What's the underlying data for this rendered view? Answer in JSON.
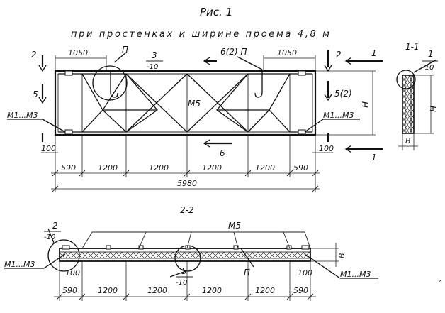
{
  "figure": {
    "title": "Рис. 1",
    "subtitle": "при простенках и ширине проема 4,8 м"
  },
  "elevation": {
    "top_dims": [
      "1050",
      "1050"
    ],
    "labels": {
      "mesh": "М5",
      "loop_left": "П",
      "loop_right": "6(2) П",
      "callout_3": "3",
      "callout_3_sub": "-10",
      "sec_2_left": "2",
      "sec_2_right": "2",
      "sec_1_top": "1",
      "sec_1_bottom": "1",
      "sec_5_left": "5",
      "sec_5_right": "5(2)",
      "sec_6_bottom": "6",
      "plates_left": "М1...М3",
      "plates_right": "М1...М3",
      "height": "Н",
      "edge_left": "100",
      "edge_right": "100"
    },
    "bottom_dims": [
      "590",
      "1200",
      "1200",
      "1200",
      "1200",
      "590"
    ],
    "total": "5980"
  },
  "section_1_1": {
    "title": "1-1",
    "callout": "1",
    "callout_sub": "-10",
    "height": "Н",
    "width": "В"
  },
  "section_2_2": {
    "title": "2-2",
    "mesh": "М5",
    "callout_2": "2",
    "callout_2_sub": "-10",
    "callout_5": "5",
    "callout_5_sub": "-10",
    "loop": "П",
    "plates_left": "М1...М3",
    "plates_right": "М1...М3",
    "edge_left": "100",
    "edge_right": "100",
    "height": "В",
    "bottom_dims": [
      "590",
      "1200",
      "1200",
      "1200",
      "1200",
      "590"
    ]
  },
  "page_mark": ","
}
